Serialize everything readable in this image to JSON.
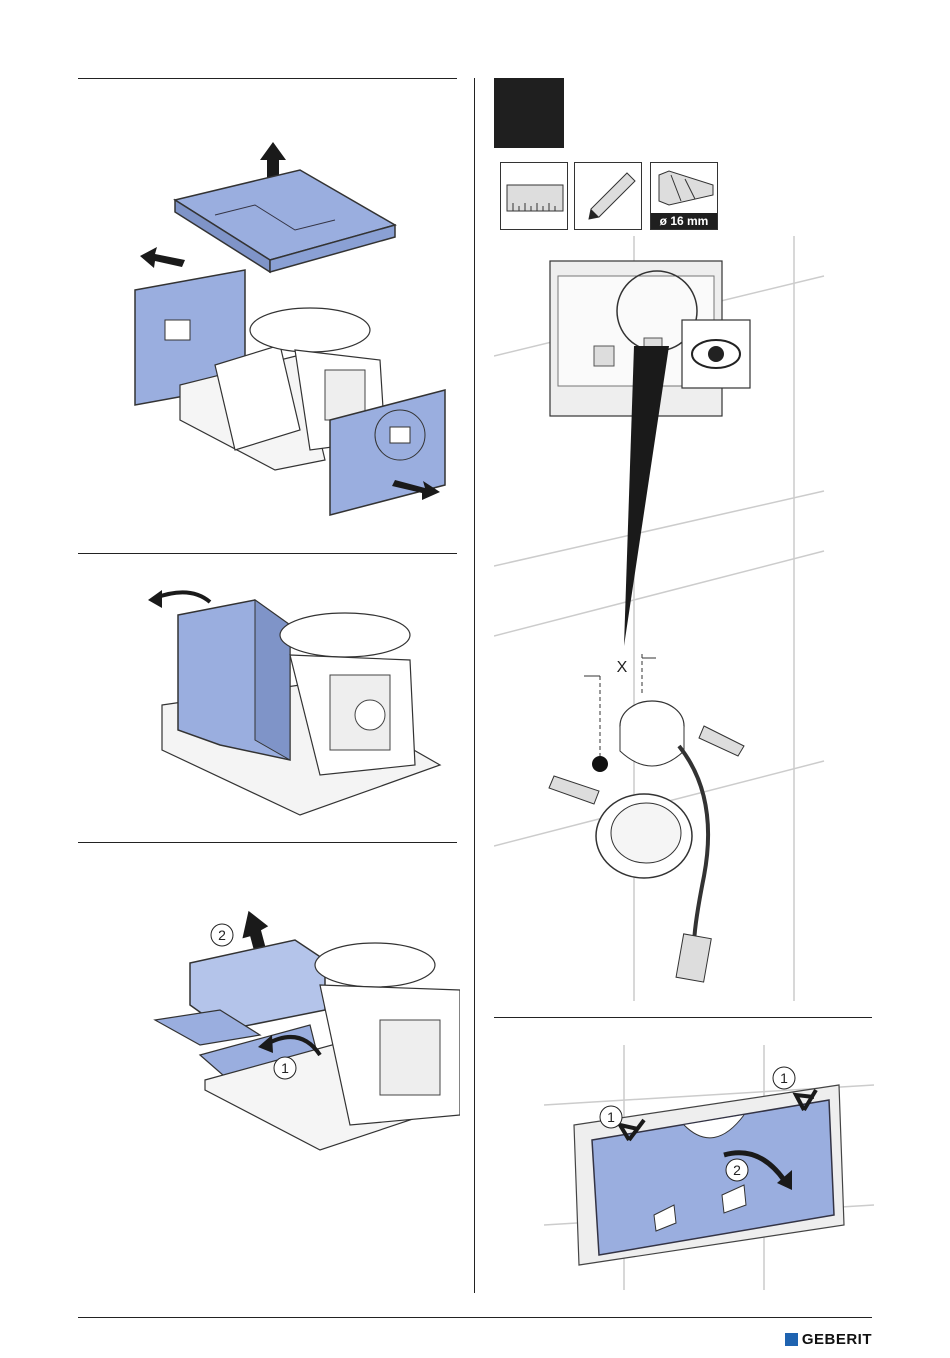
{
  "step": {
    "drill_label": "ø 16 mm",
    "dimension_label": "X"
  },
  "callouts": {
    "one": "1",
    "two": "2"
  },
  "icons": {
    "ruler": "ruler-icon",
    "pencil": "pencil-icon",
    "drill": "drill-bit-icon",
    "eye": "eye-icon"
  },
  "colors": {
    "part_blue": "#9aaedf",
    "dark": "#1f1f1f",
    "brand_blue": "#1f63b0"
  },
  "footer": {
    "brand": "GEBERIT"
  }
}
